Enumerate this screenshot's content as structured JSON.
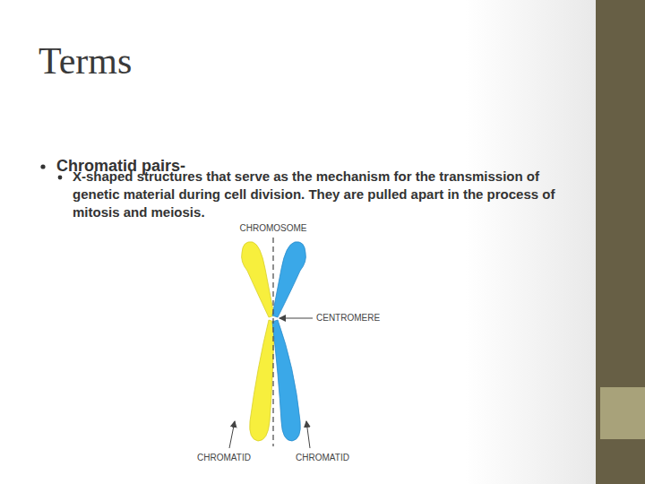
{
  "diagram": {
    "title": "Terms",
    "labels": [
      "Chromatid pairs-",
      "X-shaped structures that serve as the mechanism for the transmission of genetic material during cell division.  They are pulled apart in the process of mitosis and meiosis.",
      "CHROMOSOME",
      "CENTROMERE",
      "CHROMATID",
      "CHROMATID"
    ]
  }
}
